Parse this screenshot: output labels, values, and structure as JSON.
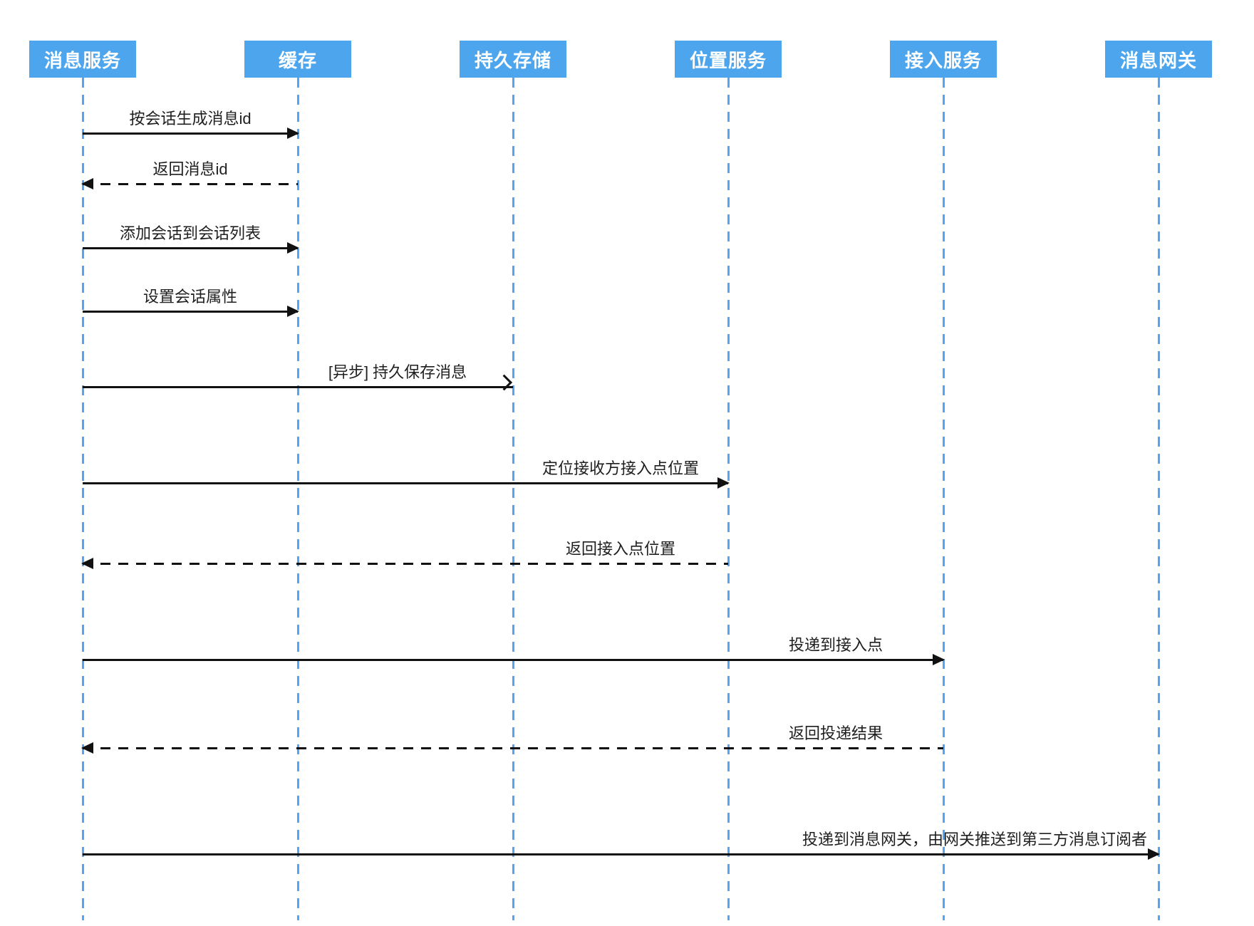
{
  "diagram": {
    "type": "sequence",
    "participants": [
      {
        "label": "消息服务"
      },
      {
        "label": "缓存"
      },
      {
        "label": "持久存储"
      },
      {
        "label": "位置服务"
      },
      {
        "label": "接入服务"
      },
      {
        "label": "消息网关"
      }
    ],
    "messages": [
      {
        "label": "按会话生成消息id",
        "from": "消息服务",
        "to": "缓存",
        "line": "solid",
        "arrowhead": "filled"
      },
      {
        "label": "返回消息id",
        "from": "缓存",
        "to": "消息服务",
        "line": "dashed",
        "arrowhead": "filled"
      },
      {
        "label": "添加会话到会话列表",
        "from": "消息服务",
        "to": "缓存",
        "line": "solid",
        "arrowhead": "filled"
      },
      {
        "label": "设置会话属性",
        "from": "消息服务",
        "to": "缓存",
        "line": "solid",
        "arrowhead": "filled"
      },
      {
        "label": "[异步] 持久保存消息",
        "from": "消息服务",
        "to": "持久存储",
        "line": "solid",
        "arrowhead": "open-async"
      },
      {
        "label": "定位接收方接入点位置",
        "from": "消息服务",
        "to": "位置服务",
        "line": "solid",
        "arrowhead": "filled"
      },
      {
        "label": "返回接入点位置",
        "from": "位置服务",
        "to": "消息服务",
        "line": "dashed",
        "arrowhead": "filled"
      },
      {
        "label": "投递到接入点",
        "from": "消息服务",
        "to": "接入服务",
        "line": "solid",
        "arrowhead": "filled"
      },
      {
        "label": "返回投递结果",
        "from": "接入服务",
        "to": "消息服务",
        "line": "dashed",
        "arrowhead": "filled"
      },
      {
        "label": "投递到消息网关，由网关推送到第三方消息订阅者",
        "from": "消息服务",
        "to": "消息网关",
        "line": "solid",
        "arrowhead": "filled"
      }
    ],
    "colors": {
      "participant_fill": "#4DA6ED",
      "participant_text": "#FFFFFF",
      "lifeline": "#55A6F0",
      "message_line": "#111111",
      "message_text": "#1F1F1F",
      "background": "#FFFFFF"
    }
  }
}
